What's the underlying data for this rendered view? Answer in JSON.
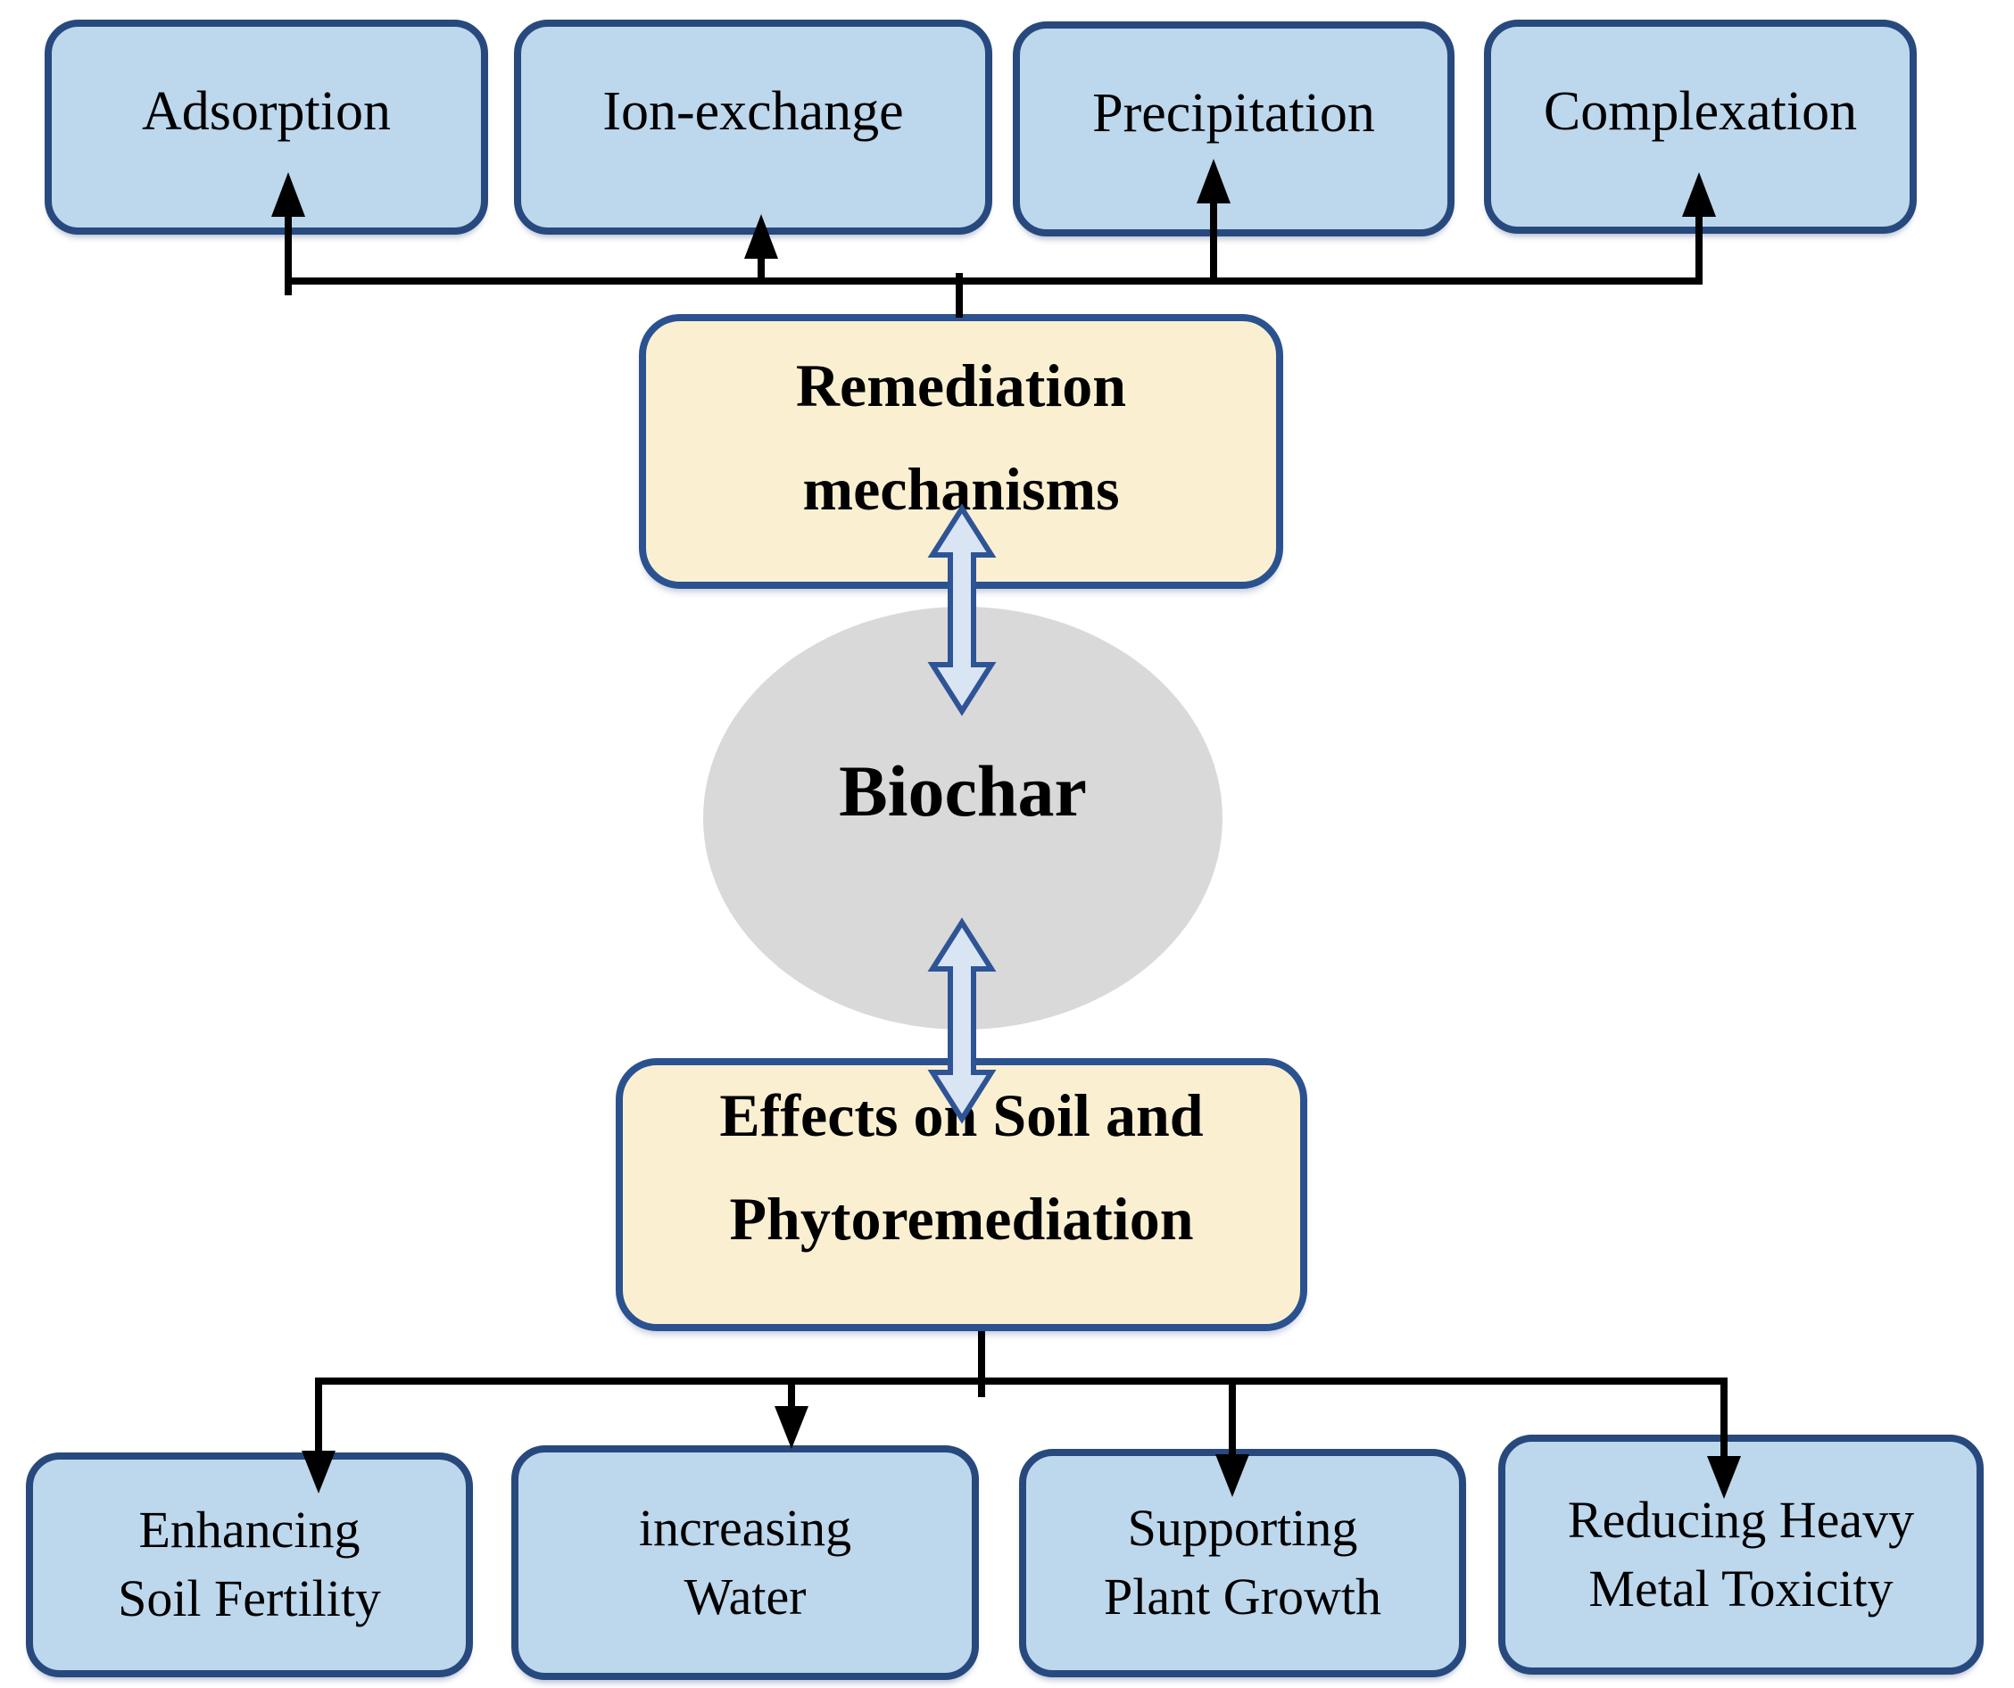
{
  "colors": {
    "blue_node_fill": "#BDD7EC",
    "node_border": "#27497E",
    "hub_fill": "#FAF0D1",
    "hub_border": "#2B5290",
    "ellipse_fill": "#D9D9D9",
    "double_arrow_fill": "#D9E5F3",
    "double_arrow_border": "#2E5496",
    "connector_color": "#000000",
    "text_color": "#000000"
  },
  "diagram": {
    "center_label": "Biochar",
    "remediation_hub": {
      "line1": "Remediation",
      "line2": "mechanisms"
    },
    "mechanisms": [
      "Adsorption",
      "Ion-exchange",
      "Precipitation",
      "Complexation"
    ],
    "effects_hub": {
      "line1": "Effects on Soil and",
      "line2": "Phytoremediation"
    },
    "effects": [
      {
        "line1": "Enhancing",
        "line2": "Soil Fertility"
      },
      {
        "line1": "increasing",
        "line2": "Water"
      },
      {
        "line1": "Supporting",
        "line2": "Plant Growth"
      },
      {
        "line1": "Reducing Heavy",
        "line2": "Metal Toxicity"
      }
    ]
  }
}
